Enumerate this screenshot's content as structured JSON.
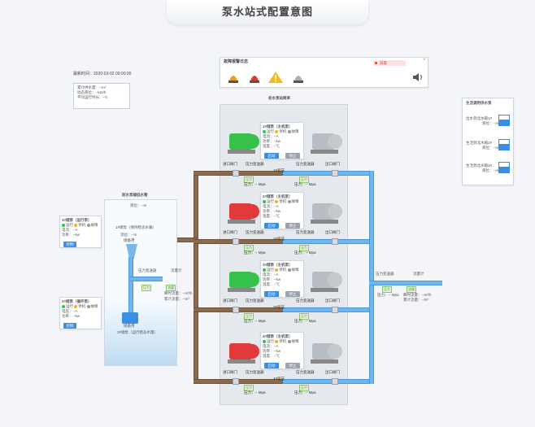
{
  "title": "泵水站式配置意图",
  "info": {
    "time_label": "最新时间：",
    "time": "2020-03-02 00:00:00",
    "metrics": [
      "累计供水量：--m³",
      "动态液位：--km/h",
      "平均运行时长：--h"
    ]
  },
  "alarm": {
    "title": "故障报警日志",
    "status": "异常",
    "close": "×"
  },
  "center_panel_title": "初水泵站简单",
  "right_panel": {
    "title": "生活调用供水泵",
    "tanks": [
      {
        "label": "出水到北水箱1#",
        "val": "液位：--m"
      },
      {
        "label": "生活到北水箱2#",
        "val": "液位：--m"
      },
      {
        "label": "生活到北水箱3#",
        "val": "液位：--m"
      }
    ]
  },
  "left_panel": {
    "title": "前水泵端低水管",
    "top": "液位：--m",
    "pump_label": "1#储泵（保持稳态水箱）",
    "pump_status": "流位：--m",
    "pump_sub": "储备用",
    "bottom_pump": "储备用",
    "bottom_label": "3#储泵（运行稳态水量）",
    "pressure": "压力变送器",
    "flow": "流量计",
    "g1": "压力",
    "g2": "流量",
    "rt1": "瞬时流量：--m³/h",
    "rt2": "累计流量：--m³"
  },
  "left_cards": [
    {
      "title": "1#储泵（运行泵）",
      "st": [
        "运行",
        "停机",
        "故障"
      ],
      "l1": "电流：--A",
      "l2": "功率：--kw",
      "btn": "控制"
    },
    {
      "title": "2#储泵（循环泵）",
      "st": [
        "运行",
        "停机",
        "故障"
      ],
      "l1": "电压：--A",
      "l2": "功率：--kw",
      "btn": "控制"
    }
  ],
  "pumps": [
    {
      "name": "1#储泵（主机泵）",
      "st": [
        "运行",
        "停机",
        "故障"
      ],
      "l1": "电流：--A",
      "l2": "功率：--kw",
      "l3": "温度：--℃",
      "b1": "启动",
      "b2": "停止",
      "color": "#36c24a"
    },
    {
      "name": "2#储泵（主机泵）",
      "st": [
        "运行",
        "停机",
        "故障"
      ],
      "l1": "电流：--A",
      "l2": "功率：--kw",
      "l3": "温度：--℃",
      "b1": "启动",
      "b2": "停止",
      "color": "#e23a3a"
    },
    {
      "name": "3#储泵（主机泵）",
      "st": [
        "运行",
        "停机",
        "故障"
      ],
      "l1": "电流：--A",
      "l2": "功率：--kw",
      "l3": "温度：--℃",
      "b1": "启动",
      "b2": "停止",
      "color": "#36c24a"
    },
    {
      "name": "4#储泵（主机泵）",
      "st": [
        "运行",
        "停机",
        "故障"
      ],
      "l1": "电流：--A",
      "l2": "功率：--kw",
      "l3": "温度：--℃",
      "b1": "启动",
      "b2": "停止",
      "color": "#e23a3a"
    }
  ],
  "rows": [
    {
      "in": "进口阀门",
      "ps": "压力变送器",
      "mid": "1#吸压",
      "ps2": "压力变送器",
      "out": "出口阀门",
      "v1": "压力：-- Mpa",
      "v2": "压力：-- Mpa"
    },
    {
      "in": "进口阀门",
      "ps": "压力变送器",
      "mid": "2#吸压",
      "ps2": "压力变送器",
      "out": "出口阀门",
      "v1": "压力：-- Mpa",
      "v2": "压力：-- Mpa"
    },
    {
      "in": "进口阀门",
      "ps": "压力变送器",
      "mid": "3#吸压",
      "ps2": "压力变送器",
      "out": "出口阀门",
      "v1": "压力：-- Mpa",
      "v2": "压力：-- Mpa"
    },
    {
      "in": "进口阀门",
      "ps": "压力变送器",
      "mid": "4#吸压",
      "ps2": "压力变送器",
      "out": "出口阀门",
      "v1": "压力：-- Mpa",
      "v2": "压力：-- Mpa"
    }
  ],
  "right_meter": {
    "ps": "压力变送器",
    "flow": "流量计",
    "p": "压力：-- Mpa",
    "f1": "瞬时流量：--m³/h",
    "f2": "累计流量：--m³",
    "g1": "压力",
    "g2": "流量"
  }
}
